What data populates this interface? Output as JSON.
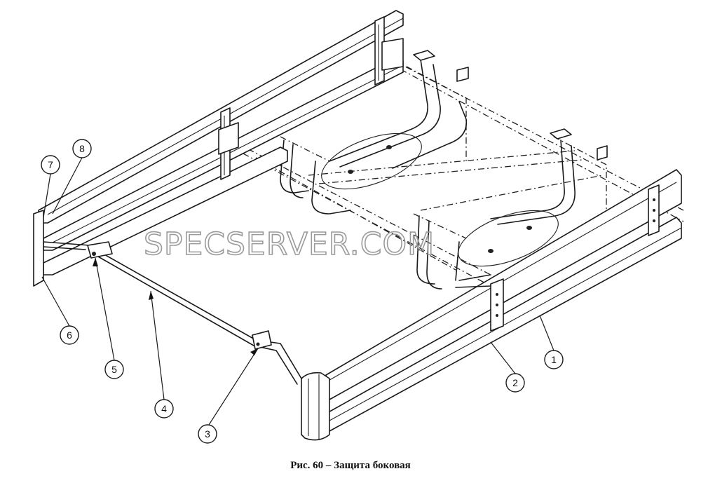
{
  "caption": "Рис. 60 – Защита боковая",
  "watermark": "SPECSERVER.COM",
  "callouts": [
    {
      "label": "1"
    },
    {
      "label": "2"
    },
    {
      "label": "3"
    },
    {
      "label": "4"
    },
    {
      "label": "5"
    },
    {
      "label": "6"
    },
    {
      "label": "7"
    },
    {
      "label": "8"
    }
  ]
}
